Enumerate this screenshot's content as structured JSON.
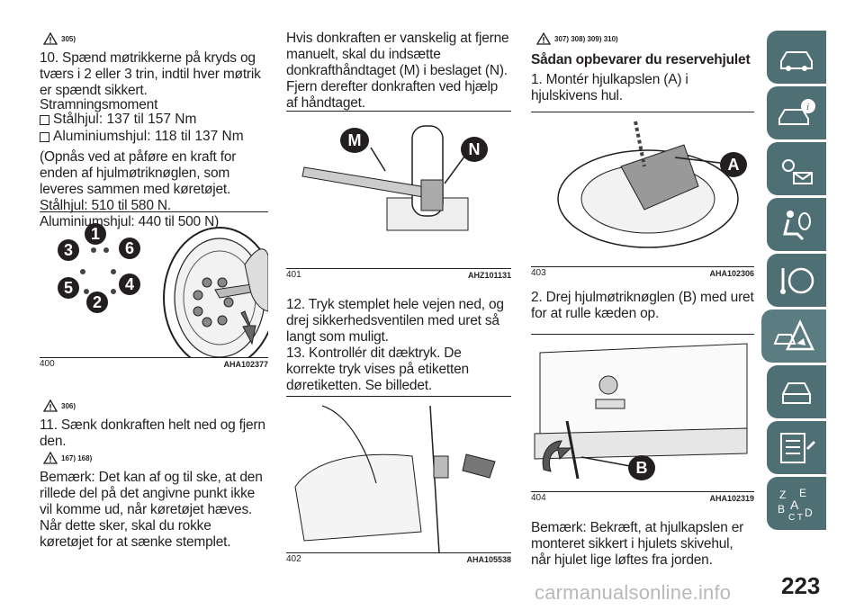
{
  "col1": {
    "warn1": "305)",
    "p10": "10. Spænd møtrikkerne på kryds og tværs i 2 eller 3 trin, indtil hver møtrik er spændt sikkert.",
    "torque_title": "Stramningsmoment",
    "steel": "Stålhjul: 137 til 157 Nm",
    "alu": "Aluminiumshjul: 118 til 137 Nm",
    "note": "(Opnås ved at påføre en kraft for enden af hjulmøtriknøglen, som leveres sammen med køretøjet. Stålhjul: 510 til 580 N. Aluminiumshjul: 440 til 500 N)",
    "fig_num": "400",
    "fig_code": "AHA102377",
    "fig_labels": [
      "1",
      "2",
      "3",
      "4",
      "5",
      "6"
    ],
    "warn2": "306)",
    "p11": "11. Sænk donkraften helt ned og fjern den.",
    "warn3": "167) 168)",
    "remark": "Bemærk:  Det kan af og til ske, at den rillede del på det angivne punkt ikke vil komme ud, når køretøjet hæves. Når dette sker, skal du rokke køretøjet for at sænke stemplet."
  },
  "col2": {
    "p_top": "Hvis donkraften er vanskelig at fjerne manuelt, skal du indsætte donkrafthåndtaget (M) i beslaget (N). Fjern derefter donkraften ved hjælp af håndtaget.",
    "fig1_num": "401",
    "fig1_code": "AHZ101131",
    "fig1_labels": [
      "M",
      "N"
    ],
    "p12": "12. Tryk stemplet hele vejen ned, og drej sikkerhedsventilen med uret så langt som muligt.",
    "p13": "13. Kontrollér dit dæktryk. De korrekte tryk vises på etiketten døretiketten. Se billedet.",
    "fig2_num": "402",
    "fig2_code": "AHA105538"
  },
  "col3": {
    "warn": "307) 308) 309) 310)",
    "heading": "Sådan opbevarer du reservehjulet",
    "p1": "1. Montér hjulkapslen (A) i hjulskivens hul.",
    "fig1_num": "403",
    "fig1_code": "AHA102306",
    "fig1_label": "A",
    "p2": "2. Drej hjulmøtriknøglen (B) med uret for at rulle kæden op.",
    "fig2_num": "404",
    "fig2_code": "AHA102319",
    "fig2_label": "B",
    "remark": "Bemærk:  Bekræft, at hjulkapslen er monteret sikkert i hjulets skivehul, når hjulet lige løftes fra jorden."
  },
  "sidebar": {
    "tabs": [
      "car-dashboard-icon",
      "car-info-icon",
      "lights-mail-icon",
      "airbag-seat-icon",
      "steering-key-icon",
      "car-warning-icon",
      "car-front-icon",
      "service-list-icon",
      "index-abc-icon"
    ],
    "active_index": 5,
    "color": "#4e6f73"
  },
  "page_number": "223",
  "watermark": "carmanualsonline.info"
}
